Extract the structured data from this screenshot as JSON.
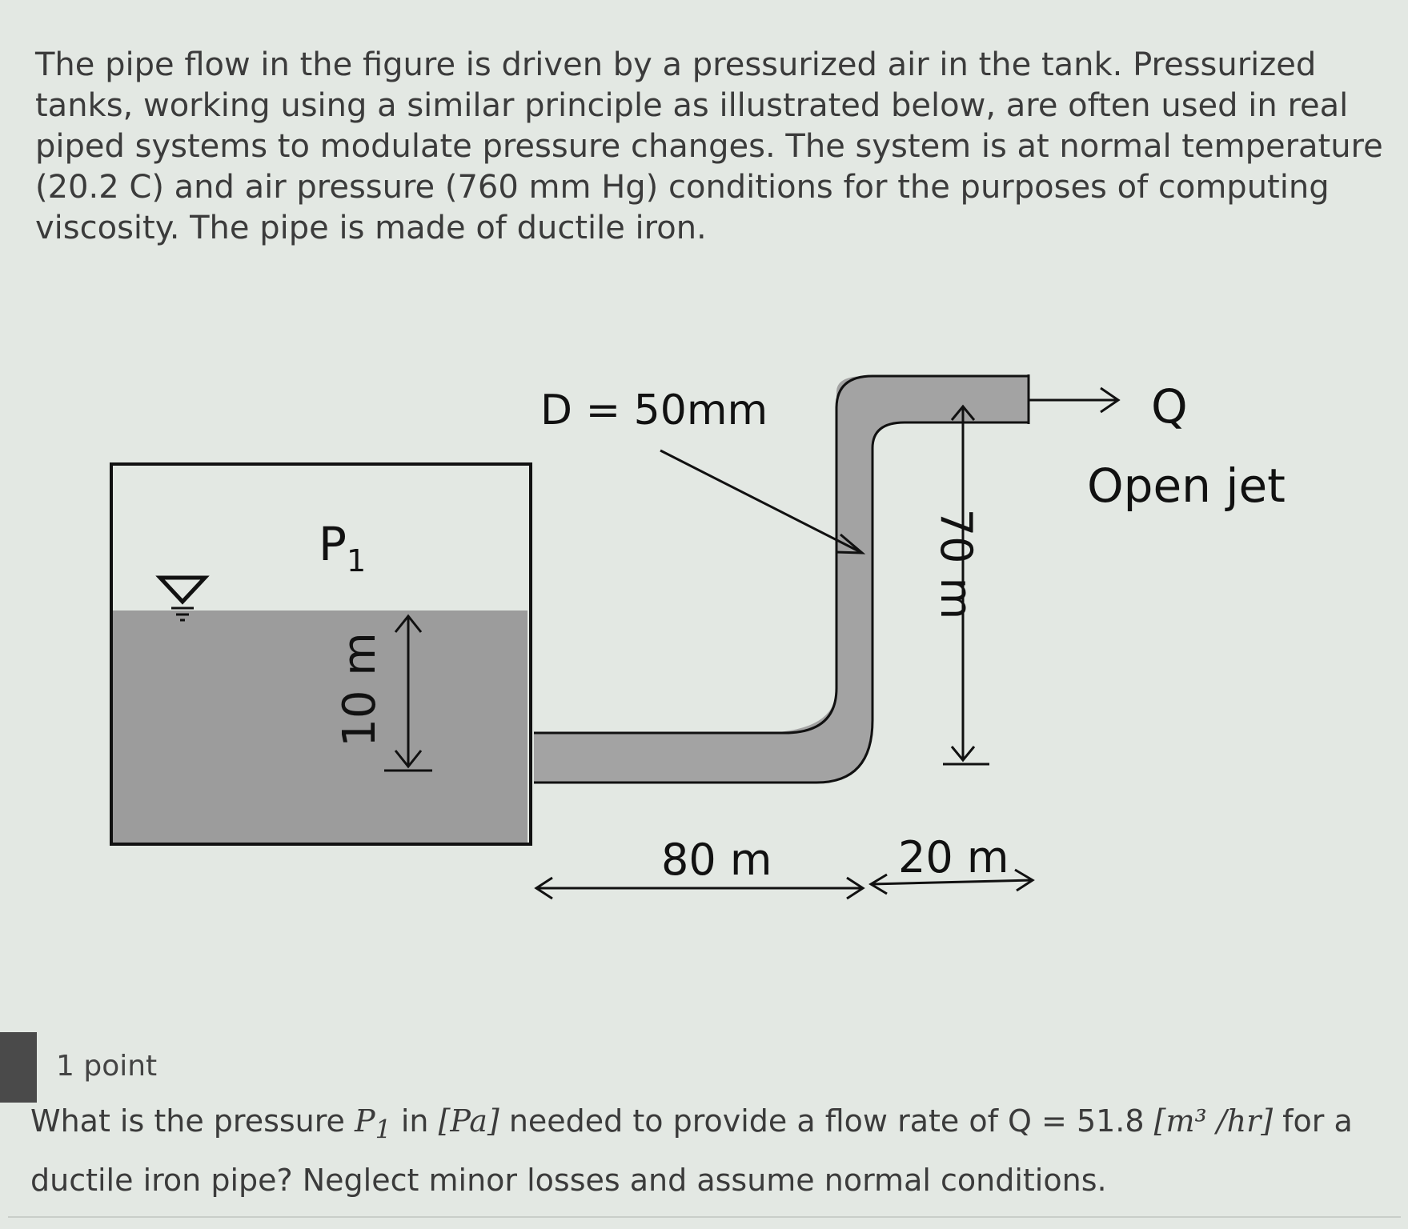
{
  "intro_text": "The pipe flow in the figure is driven by a pressurized air in the tank. Pressurized tanks, working using a similar principle as illustrated below, are often used in real piped systems to modulate pressure changes. The system is at normal temperature (20.2 C) and air pressure (760 mm Hg) conditions for the purposes of computing viscosity. The pipe is made of ductile iron.",
  "figure": {
    "diameter_label": "D = 50mm",
    "flow_label": "Q",
    "open_jet_label": "Open jet",
    "pressure_label": "P",
    "pressure_subscript": "1",
    "water_depth_label": "10 m",
    "rise_label": "70 m",
    "horizontal_length_label": "80 m",
    "second_length_label": "20 m"
  },
  "question": {
    "points": "1 point",
    "text_before": "What is the pressure ",
    "symbol": "P",
    "symbol_subscript": "1",
    "text_unit_pre": " in ",
    "unit": "[Pa]",
    "text_mid": " needed to provide a flow rate of Q = 51.8 ",
    "flow_unit": "[m³ /hr]",
    "text_after": " for a ductile iron pipe? Neglect minor losses and assume normal conditions."
  }
}
